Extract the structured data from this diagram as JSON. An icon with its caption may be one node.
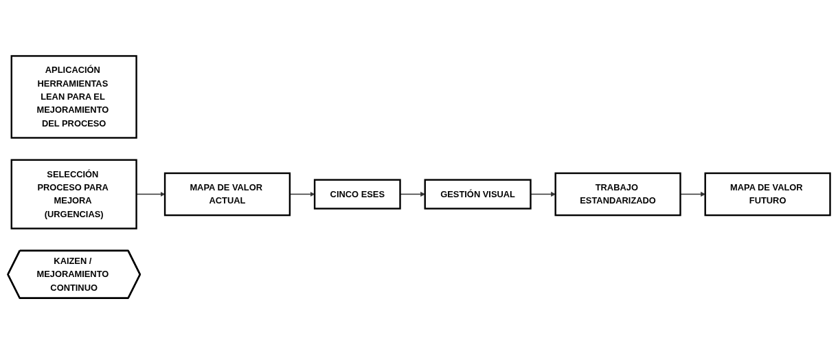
{
  "diagram": {
    "nodes": [
      {
        "text": [
          "APLICACIÓN HERRAMIENTAS LEAN PARA EL MEJORAMIENTO DEL PROCESO"
        ]
      },
      {
        "text": [
          "SELECCIÓN PROCESO PARA MEJORA (URGENCIAS)"
        ]
      },
      {
        "text": [
          "MAPA DE VALOR ACTUAL"
        ]
      },
      {
        "text": [
          "CINCO ESES"
        ]
      },
      {
        "text": [
          "GESTIÓN VISUAL"
        ]
      },
      {
        "text": [
          "TRABAJO ESTANDARIZADO"
        ]
      },
      {
        "text": [
          "MAPA DE VALOR FUTURO"
        ]
      },
      {
        "text": [
          "KAIZEN / MEJORAMIENTO CONTINUO"
        ]
      }
    ],
    "edges": [
      {
        "from": 1,
        "to": 2,
        "arrow": "to"
      },
      {
        "from": 2,
        "to": 3,
        "arrow": "to"
      },
      {
        "from": 3,
        "to": 4,
        "arrow": "to"
      },
      {
        "from": 4,
        "to": 5,
        "arrow": "to"
      },
      {
        "from": 5,
        "to": 6,
        "arrow": "to"
      }
    ]
  }
}
